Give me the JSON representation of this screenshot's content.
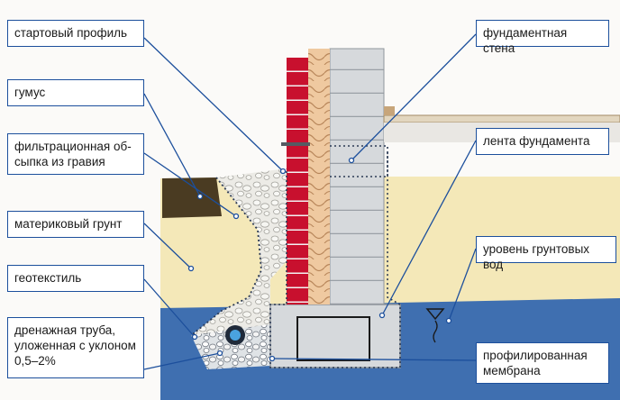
{
  "labels": {
    "starter_profile": "стартовый профиль",
    "humus": "гумус",
    "gravel_fill": "фильтрационная об-\nсыпка из гравия",
    "native_soil": "материковый грунт",
    "geotextile": "геотекстиль",
    "drain_pipe": "дренажная труба,\nуложенная с уклоном\n0,5–2%",
    "foundation_wall": "фундаментная стена",
    "foundation_strip": "лента фундамента",
    "groundwater_level": "уровень грунтовых вод",
    "profiled_membrane": "профилированная\nмембрана"
  },
  "colors": {
    "label_border": "#1c4f9c",
    "leader_line": "#1c4f9c",
    "brick": "#c8102e",
    "insulation": "#efc9a0",
    "block": "#d6d9dc",
    "sand": "#f4e8b8",
    "water": "#3f6fb0",
    "humus": "#4a3b22",
    "gravel": "#ecebe6"
  }
}
